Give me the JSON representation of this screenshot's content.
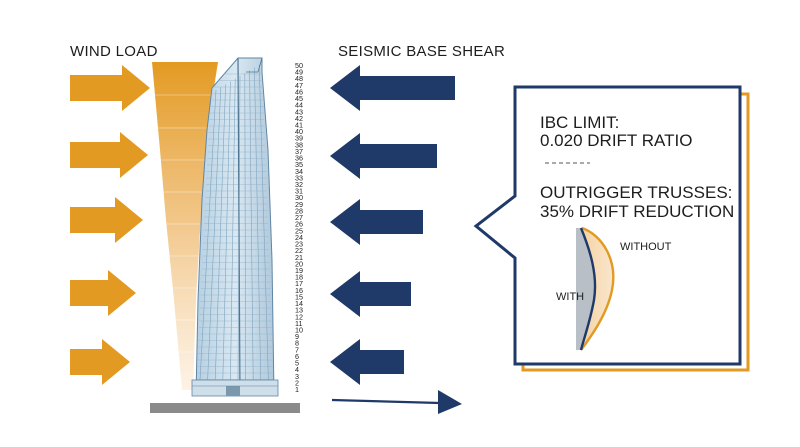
{
  "labels": {
    "wind_load": "WIND LOAD",
    "seismic_base_shear": "SEISMIC BASE SHEAR"
  },
  "callout": {
    "ibc_title": "IBC LIMIT:",
    "ibc_value": "0.020 DRIFT RATIO",
    "outrigger_title": "OUTRIGGER TRUSSES:",
    "outrigger_value": "35% DRIFT REDUCTION",
    "without_label": "WITHOUT",
    "with_label": "WITH"
  },
  "floors": [
    "50",
    "49",
    "48",
    "47",
    "46",
    "45",
    "44",
    "43",
    "42",
    "41",
    "40",
    "39",
    "38",
    "37",
    "36",
    "35",
    "34",
    "33",
    "32",
    "31",
    "30",
    "29",
    "28",
    "27",
    "26",
    "25",
    "24",
    "23",
    "22",
    "21",
    "20",
    "19",
    "18",
    "17",
    "16",
    "15",
    "14",
    "13",
    "12",
    "11",
    "10",
    "9",
    "8",
    "7",
    "6",
    "5",
    "4",
    "3",
    "2",
    "1"
  ],
  "colors": {
    "wind": "#e39a22",
    "seismic": "#1f3a68",
    "box_border": "#1f3a68",
    "box_offset": "#e39a22",
    "tower_glass": "#c5dcea",
    "tower_line": "#5f86a4",
    "ground": "#8a8a8a"
  },
  "wind_arrow_count": 5,
  "seismic_arrow_count": 6
}
